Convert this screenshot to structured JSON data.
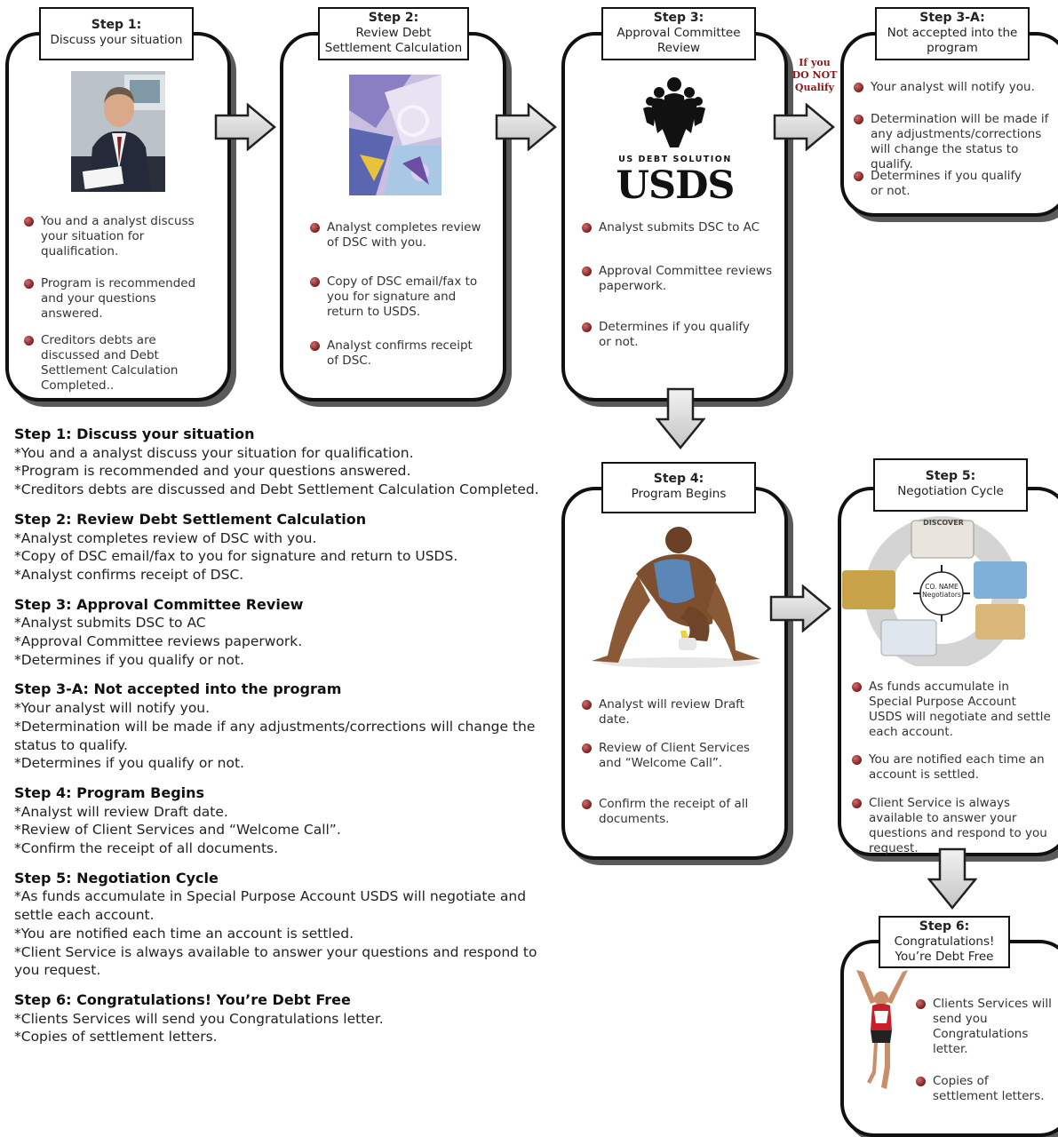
{
  "step1": {
    "title": "Step 1:",
    "subtitle": "Discuss your situation",
    "bullets": [
      "You and a analyst discuss your situation for qualification.",
      "Program is recommended and your questions answered.",
      "Creditors debts are discussed and Debt Settlement Calculation Completed.."
    ]
  },
  "step2": {
    "title": "Step 2:",
    "subtitle": "Review Debt Settlement Calculation",
    "bullets": [
      "Analyst completes review of DSC with you.",
      "Copy of DSC email/fax to you for signature and return to USDS.",
      "Analyst confirms receipt of DSC."
    ]
  },
  "step3": {
    "title": "Step 3:",
    "subtitle": "Approval Committee Review",
    "logo_small": "US DEBT SOLUTION",
    "logo_big": "USDS",
    "bullets": [
      "Analyst submits DSC to AC",
      "Approval Committee reviews paperwork.",
      "Determines if you qualify or not."
    ]
  },
  "branch_label": "If you DO NOT Qualify",
  "step3a": {
    "title": "Step 3-A:",
    "subtitle": "Not accepted into the program",
    "bullets": [
      "Your analyst will notify you.",
      "Determination will be made if any adjustments/corrections will change the status to qualify.",
      "Determines if you qualify or not."
    ]
  },
  "step4": {
    "title": "Step 4:",
    "subtitle": "Program Begins",
    "bullets": [
      "Analyst will review Draft date.",
      "Review of Client Services and “Welcome Call”.",
      "Confirm the receipt of all documents."
    ]
  },
  "step5": {
    "title": "Step 5:",
    "subtitle": "Negotiation Cycle",
    "center_label": "CO. NAME Negotiators",
    "card_label": "DISCOVER",
    "bullets": [
      "As funds accumulate in Special Purpose Account USDS will negotiate and settle each account.",
      "You are notified each time an account is settled.",
      "Client Service is always available to answer your questions and respond to you request."
    ]
  },
  "step6": {
    "title": "Step 6:",
    "subtitle": "Congratulations! You’re Debt Free",
    "bullets": [
      "Clients Services will send you Congratulations letter.",
      "Copies of settlement letters."
    ]
  },
  "summary": [
    {
      "heading": "Step 1: Discuss your situation",
      "lines": [
        "*You and a analyst discuss your situation for qualification.",
        "*Program is recommended and your questions answered.",
        "*Creditors debts are discussed and Debt Settlement Calculation Completed."
      ]
    },
    {
      "heading": "Step 2: Review Debt Settlement Calculation",
      "lines": [
        "*Analyst completes review of DSC with you.",
        "*Copy of DSC email/fax to you for signature and return to USDS.",
        "*Analyst confirms receipt of DSC."
      ]
    },
    {
      "heading": "Step 3: Approval Committee Review",
      "lines": [
        "*Analyst submits DSC to AC",
        "*Approval Committee reviews paperwork.",
        "*Determines if you qualify or not."
      ]
    },
    {
      "heading": "Step 3-A: Not accepted into the program",
      "lines": [
        "*Your analyst will notify you.",
        "*Determination will be made if  any adjustments/corrections will change the status to qualify.",
        "*Determines if you qualify or not."
      ]
    },
    {
      "heading": "Step 4: Program Begins",
      "lines": [
        "*Analyst will review Draft date.",
        "*Review of Client Services and “Welcome Call”.",
        "*Confirm the receipt of all documents."
      ]
    },
    {
      "heading": "Step 5: Negotiation Cycle",
      "lines": [
        "*As funds accumulate in Special Purpose Account USDS will  negotiate and settle each account.",
        "*You are notified each time an account is settled.",
        "*Client Service is always available to answer your questions and respond to you request."
      ]
    },
    {
      "heading": "Step 6: Congratulations! You’re Debt Free",
      "lines": [
        "*Clients Services will send you Congratulations letter.",
        "*Copies of settlement letters."
      ]
    }
  ]
}
